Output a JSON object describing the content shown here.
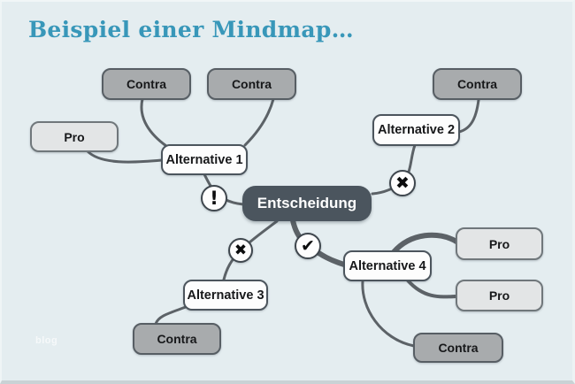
{
  "title": "Beispiel einer Mindmap…",
  "watermark": "blog",
  "palette": {
    "background": "#e4edf0",
    "title_text": "#3897b9",
    "root_fill": "#4b555e",
    "root_text": "#ffffff",
    "alternative_fill": "#fdfdfd",
    "alternative_border": "#4c555d",
    "pro_fill": "#e3e5e6",
    "pro_border": "#70777b",
    "contra_fill": "#a8abad",
    "contra_border": "#575e64",
    "edge_color": "#5c6267"
  },
  "nodes": {
    "root": {
      "label": "Entscheidung"
    },
    "alt1": {
      "label": "Alternative 1",
      "status": "exclamation"
    },
    "alt2": {
      "label": "Alternative 2",
      "status": "cross"
    },
    "alt3": {
      "label": "Alternative 3",
      "status": "cross"
    },
    "alt4": {
      "label": "Alternative 4",
      "status": "check"
    },
    "pro_top_left": {
      "label": "Pro"
    },
    "contra_top_1": {
      "label": "Contra"
    },
    "contra_top_2": {
      "label": "Contra"
    },
    "contra_top_right": {
      "label": "Contra"
    },
    "contra_bottom_left": {
      "label": "Contra"
    },
    "pro_right_1": {
      "label": "Pro"
    },
    "pro_right_2": {
      "label": "Pro"
    },
    "contra_bottom_right": {
      "label": "Contra"
    }
  },
  "icons": {
    "exclamation": {
      "glyph": "!"
    },
    "cross": {
      "glyph": "✖"
    },
    "check": {
      "glyph": "✔"
    }
  }
}
